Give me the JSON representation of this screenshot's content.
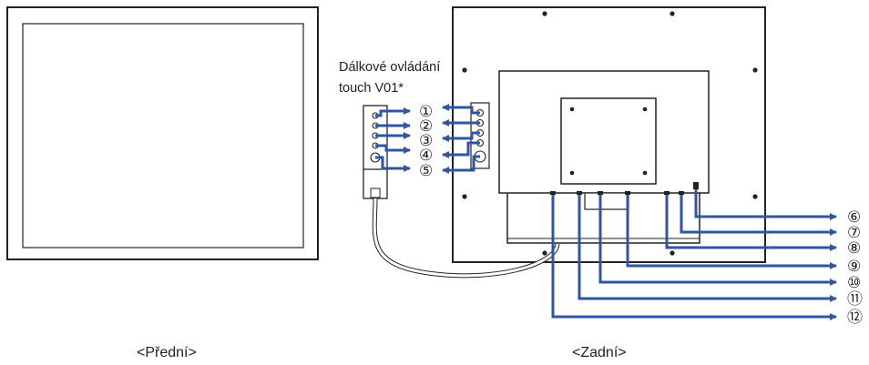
{
  "remote": {
    "title_line1": "Dálkové ovládání",
    "title_line2": "touch V01*"
  },
  "callouts": [
    "①",
    "②",
    "③",
    "④",
    "⑤",
    "⑥",
    "⑦",
    "⑧",
    "⑨",
    "⑩",
    "⑪",
    "⑫"
  ],
  "captions": {
    "front": "<Přední>",
    "back": "<Zadní>"
  },
  "colors": {
    "arrow": "#2f55a4",
    "outline": "#222222"
  }
}
